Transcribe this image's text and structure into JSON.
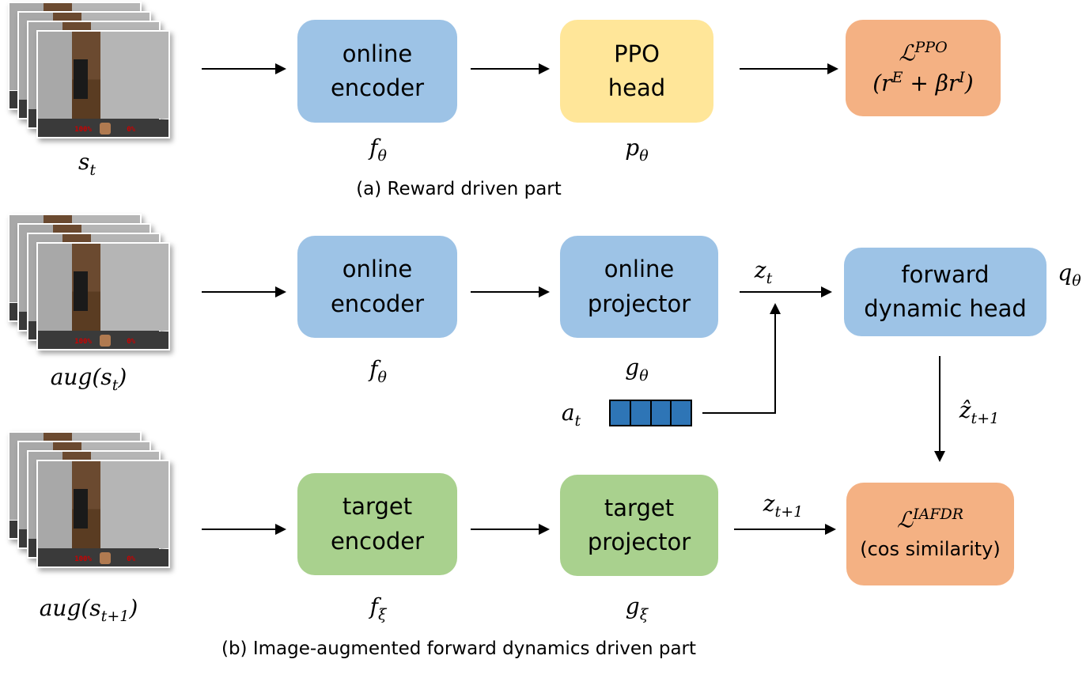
{
  "colors": {
    "online": "#9dc3e6",
    "ppo_head": "#ffe699",
    "loss": "#f4b183",
    "target": "#a9d18e",
    "action_vector": "#2e75b6"
  },
  "part_a": {
    "input_label": "s",
    "input_sub": "t",
    "online_encoder": {
      "line1": "online",
      "line2": "encoder",
      "symbol": "f",
      "sub": "θ"
    },
    "ppo_head": {
      "line1": "PPO",
      "line2": "head",
      "symbol": "p",
      "sub": "θ"
    },
    "loss": {
      "symbol": "ℒ",
      "sup": "PPO",
      "line2_open": "(r",
      "sup_e": "E",
      "mid": " + βr",
      "sup_i": "I",
      "close": ")"
    },
    "caption": "(a) Reward driven part"
  },
  "part_b": {
    "input_label": "aug(s",
    "input_sub": "t",
    "input_close": ")",
    "target_input_label": "aug(s",
    "target_input_sub": "t+1",
    "target_input_close": ")",
    "online_encoder": {
      "line1": "online",
      "line2": "encoder",
      "symbol": "f",
      "sub": "θ"
    },
    "online_projector": {
      "line1": "online",
      "line2": "projector",
      "symbol": "g",
      "sub": "θ"
    },
    "forward_head": {
      "line1": "forward",
      "line2": "dynamic head",
      "symbol": "q",
      "sub": "θ"
    },
    "z_t": {
      "symbol": "z",
      "sub": "t"
    },
    "action": {
      "symbol": "a",
      "sub": "t",
      "cells": 4
    },
    "z_hat": {
      "symbol": "ẑ",
      "sub": "t+1"
    },
    "target_encoder": {
      "line1": "target",
      "line2": "encoder",
      "symbol": "f",
      "sub": "ξ"
    },
    "target_projector": {
      "line1": "target",
      "line2": "projector",
      "symbol": "g",
      "sub": "ξ"
    },
    "z_t1": {
      "symbol": "z",
      "sub": "t+1"
    },
    "loss": {
      "symbol": "ℒ",
      "sup": "IAFDR",
      "line2": "(cos similarity)"
    },
    "caption": "(b) Image-augmented forward dynamics driven part"
  },
  "frame_hud": {
    "health": "100%",
    "armor": "0%"
  }
}
